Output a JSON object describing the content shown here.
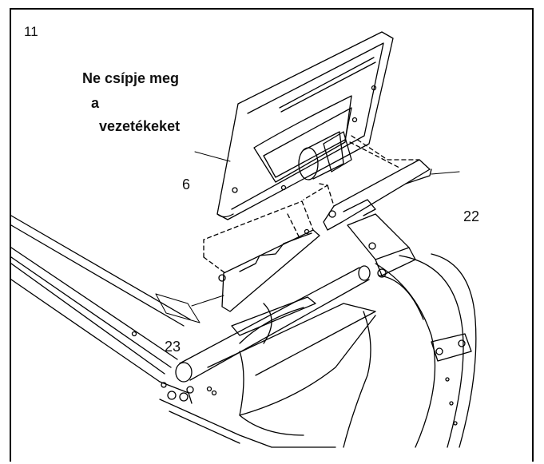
{
  "step_number": "11",
  "warning": {
    "line1": "Ne csípje meg",
    "line2": "a",
    "line3": "vezetékeket"
  },
  "part_labels": {
    "console": "6",
    "back_cover": "22",
    "front_cover": "23"
  },
  "icons": [
    "console-icon",
    "cover-plate-icon",
    "handlebar-icon",
    "frame-upright-icon",
    "treadmill-base-icon"
  ]
}
